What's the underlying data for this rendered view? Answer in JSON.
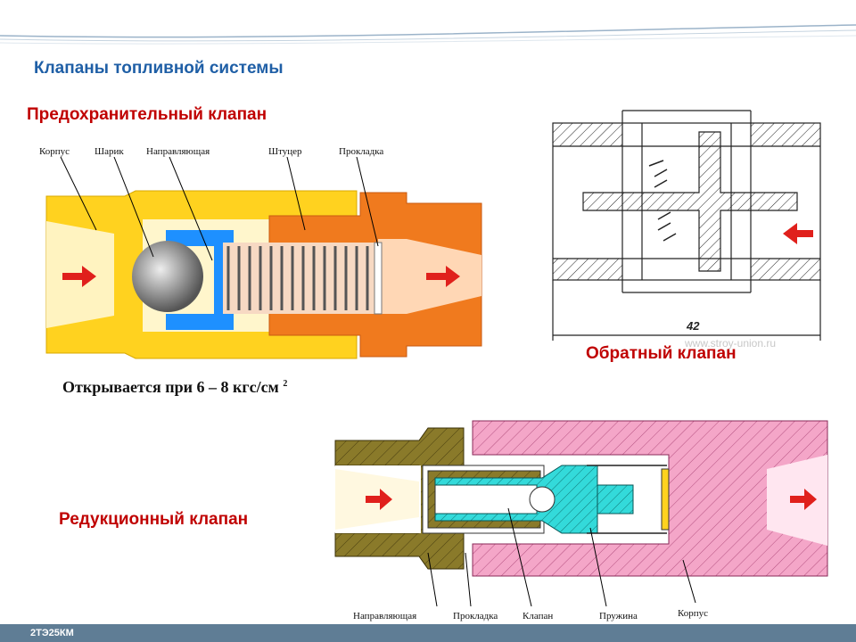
{
  "slide": {
    "title": "Клапаны топливной системы",
    "footer": "2ТЭ25КМ"
  },
  "safety_valve": {
    "title": "Предохранительный клапан",
    "labels": [
      "Корпус",
      "Шарик",
      "Направляющая",
      "Штуцер",
      "Прокладка"
    ],
    "opens_text": "Открывается при 6 – 8 кгс/см",
    "opens_superscript": "2"
  },
  "check_valve": {
    "title": "Обратный клапан",
    "dimension": "42",
    "watermark": "www.stroy-union.ru"
  },
  "reducing_valve": {
    "title": "Редукционный клапан",
    "labels": [
      "Направляющая",
      "Прокладка",
      "Клапан",
      "Пружина",
      "Корпус"
    ]
  },
  "colors": {
    "title_blue": "#1f5fa6",
    "section_red": "#c00000",
    "yellow_body": "#ffd21f",
    "orange_fitting": "#f07a1e",
    "pink_body": "#f4a6c8",
    "olive_guide": "#8a7a2a",
    "cyan_valve": "#33dada",
    "arrow_red": "#e0201c"
  }
}
